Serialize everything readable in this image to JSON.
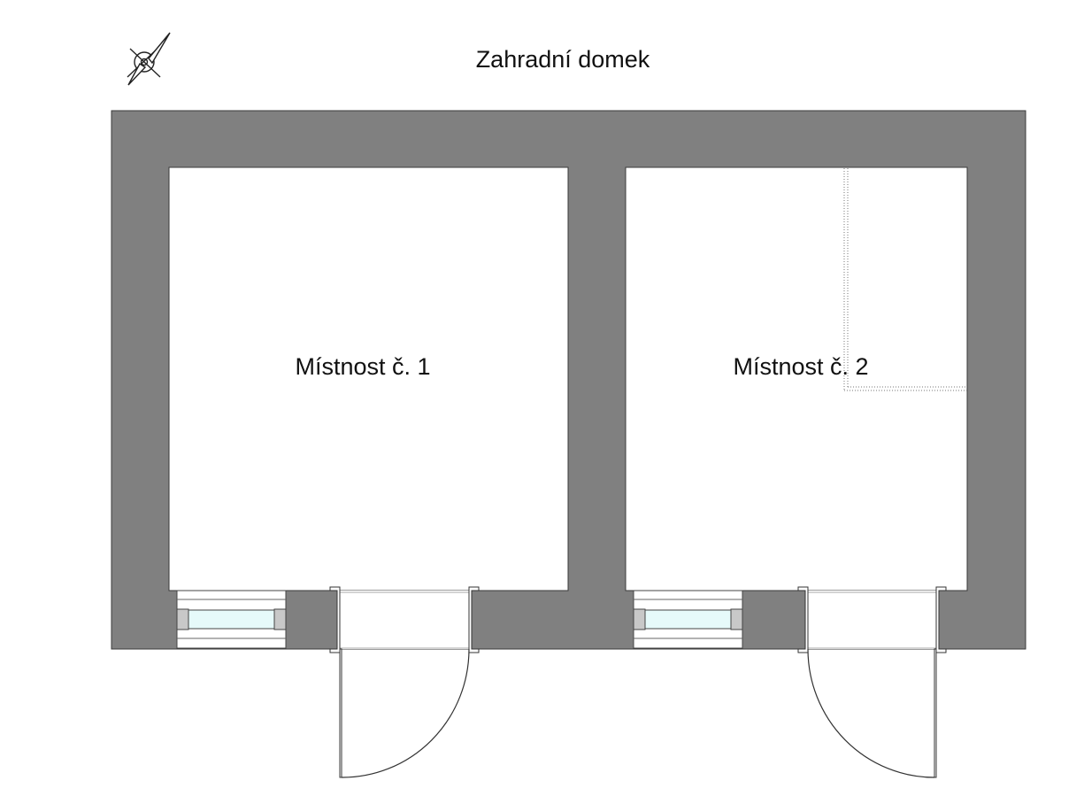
{
  "title": "Zahradní domek",
  "rooms": [
    {
      "label": "Místnost č. 1"
    },
    {
      "label": "Místnost č. 2"
    }
  ],
  "icons": {
    "compass": "north-arrow-icon"
  },
  "colors": {
    "wall": "#808080",
    "wall_outline": "#3a3a3a",
    "floor": "#ffffff",
    "glass": "#e6fafa",
    "frame_jamb": "#c8c8c8",
    "line": "#222222",
    "dotted": "#777777"
  }
}
